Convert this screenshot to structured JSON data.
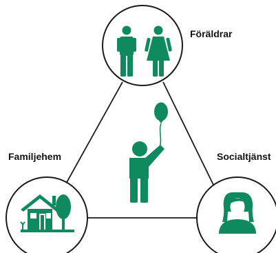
{
  "colors": {
    "accent": "#0f8a5f",
    "line": "#1a1a1a",
    "background": "#ffffff"
  },
  "nodes": {
    "parents": {
      "label": "Föräldrar",
      "icon": "parents-icon"
    },
    "foster_family": {
      "label": "Familjehem",
      "icon": "house-with-tree-icon"
    },
    "social_services": {
      "label": "Socialtjänst",
      "icon": "woman-icon"
    }
  },
  "center": {
    "icon": "child-with-balloon-icon"
  }
}
